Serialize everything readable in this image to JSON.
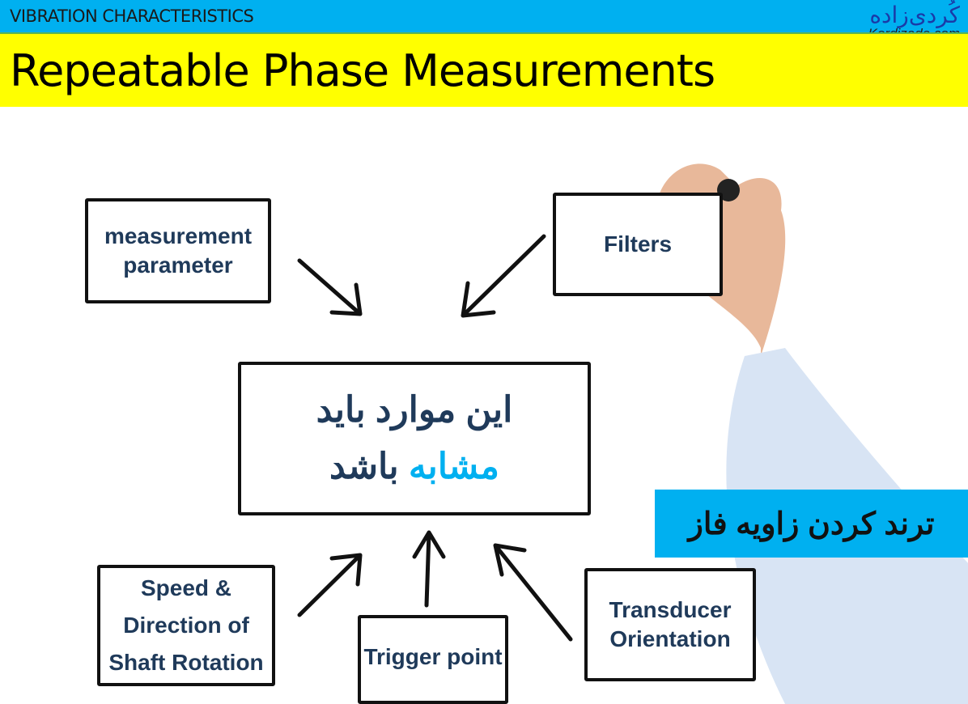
{
  "header": {
    "section": "VIBRATION CHARACTERISTICS",
    "logo_fa": "کُردی‌زاده",
    "logo_en": "Kordizade.com"
  },
  "slide": {
    "title": "Repeatable Phase Measurements"
  },
  "diagram": {
    "boxes": [
      "measurement parameter",
      "Filters",
      "Speed & Direction of Shaft Rotation",
      "Trigger point",
      "Transducer Orientation"
    ],
    "center_line1": "این موارد باید",
    "center_word_highlight": "مشابه",
    "center_word_rest": "باشد"
  },
  "tag": "ترند کردن زاویه فاز",
  "colors": {
    "header": "#00b0f0",
    "title_bg": "#ffff00",
    "text": "#1f3a5a"
  }
}
